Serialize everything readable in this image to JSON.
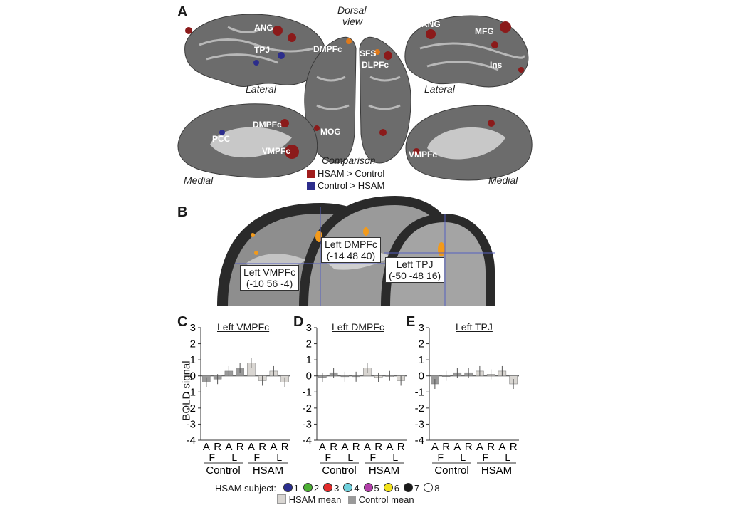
{
  "panel_a": {
    "letter": "A",
    "dorsal_view": [
      "Dorsal",
      "view"
    ],
    "views": {
      "lateral_left": "Lateral",
      "lateral_right": "Lateral",
      "medial_left": "Medial",
      "medial_right": "Medial"
    },
    "regions": {
      "ang_left": "ANG",
      "tpj": "TPJ",
      "dmpfc_dorsal": "DMPFc",
      "sfs": "SFS",
      "dlpfc": "DLPFc",
      "ang_right": "ANG",
      "mfg": "MFG",
      "ins": "Ins",
      "pcc": "PCC",
      "dmpfc_medial": "DMPFc",
      "vmpfc_left": "VMPFc",
      "mog": "MOG",
      "vmpfc_right": "VMPFc"
    },
    "comparison": {
      "title": "Comparison",
      "items": [
        {
          "label": "HSAM > Control",
          "color": "#a01c1c"
        },
        {
          "label": "Control > HSAM",
          "color": "#2c2d8c"
        }
      ]
    }
  },
  "panel_b": {
    "letter": "B",
    "boxes": [
      {
        "line1": "Left VMPFc",
        "line2": "(-10 56 -4)"
      },
      {
        "line1": "Left DMPFc",
        "line2": "(-14 48 40)"
      },
      {
        "line1": "Left TPJ",
        "line2": "(-50 -48 16)"
      }
    ]
  },
  "chart_data": [
    {
      "type": "bar",
      "letter": "C",
      "title": "Left VMPFc",
      "ylabel": "BOLD signal",
      "ylim": [
        -4,
        3
      ],
      "yticks": [
        "3",
        "2",
        "1",
        "0",
        "-1",
        "-2",
        "-3",
        "-4"
      ],
      "categories": [
        "A",
        "R",
        "A",
        "R",
        "A",
        "R",
        "A",
        "R"
      ],
      "group_labels": [
        "F",
        "L",
        "F",
        "L"
      ],
      "groups": [
        "Control",
        "HSAM"
      ],
      "values": [
        -0.4,
        -0.2,
        0.3,
        0.5,
        0.8,
        -0.3,
        0.3,
        -0.4
      ]
    },
    {
      "type": "bar",
      "letter": "D",
      "title": "Left DMPFc",
      "ylim": [
        -4,
        3
      ],
      "yticks": [
        "3",
        "2",
        "1",
        "0",
        "-1",
        "-2",
        "-3",
        "-4"
      ],
      "categories": [
        "A",
        "R",
        "A",
        "R",
        "A",
        "R",
        "A",
        "R"
      ],
      "group_labels": [
        "F",
        "L",
        "F",
        "L"
      ],
      "groups": [
        "Control",
        "HSAM"
      ],
      "values": [
        -0.1,
        0.2,
        -0.05,
        -0.05,
        0.5,
        -0.1,
        0.0,
        -0.3
      ]
    },
    {
      "type": "bar",
      "letter": "E",
      "title": "Left TPJ",
      "ylim": [
        -4,
        3
      ],
      "yticks": [
        "3",
        "2",
        "1",
        "0",
        "-1",
        "-2",
        "-3",
        "-4"
      ],
      "categories": [
        "A",
        "R",
        "A",
        "R",
        "A",
        "R",
        "A",
        "R"
      ],
      "group_labels": [
        "F",
        "L",
        "F",
        "L"
      ],
      "groups": [
        "Control",
        "HSAM"
      ],
      "values": [
        -0.5,
        0.0,
        0.2,
        0.2,
        0.3,
        0.1,
        0.3,
        -0.5
      ]
    }
  ],
  "legend": {
    "subject_label": "HSAM subject:",
    "subjects": [
      {
        "n": "1",
        "color": "#2b2e8f"
      },
      {
        "n": "2",
        "color": "#4caf33"
      },
      {
        "n": "3",
        "color": "#e32b2b"
      },
      {
        "n": "4",
        "color": "#6fd0dc"
      },
      {
        "n": "5",
        "color": "#b23ea8"
      },
      {
        "n": "6",
        "color": "#f2e21c"
      },
      {
        "n": "7",
        "color": "#1a1a1a"
      },
      {
        "n": "8",
        "color": "#ffffff"
      }
    ],
    "hsam_mean": "HSAM mean",
    "control_mean": "Control mean",
    "hsam_color": "#d9d6d2",
    "control_color": "#9a9a9a"
  }
}
